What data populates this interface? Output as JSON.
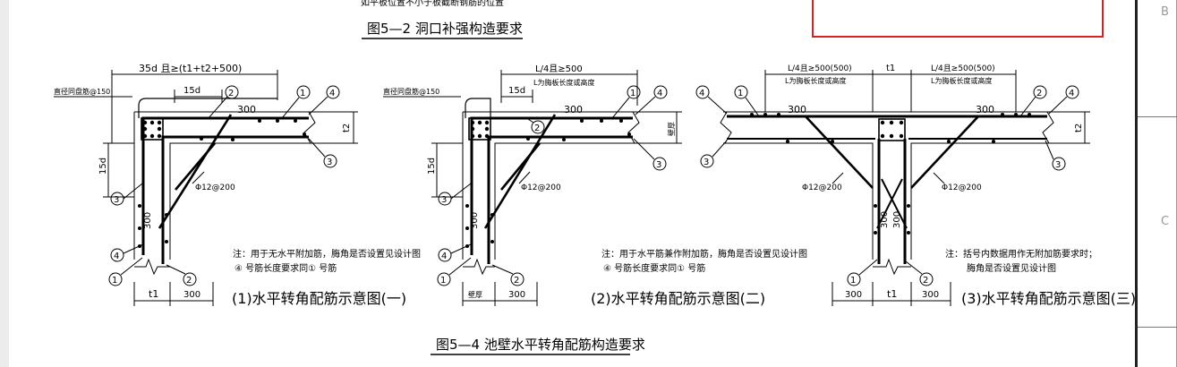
{
  "document": {
    "top_cut_text": "如平板位置不小于板截断钢筋的位置",
    "fig_5_2_caption": "图5—2  洞口补强构造要求",
    "fig_5_4_caption": "图5—4  池壁水平转角配筋构造要求"
  },
  "diagram1": {
    "dim_top": "35d 且≥(t1+t2+500)",
    "dim_15d_top": "15d",
    "dim_15d_side": "15d",
    "rebar_note": "直径同盘筋@150",
    "d300_top": "300",
    "d300_side": "300",
    "t2": "t2",
    "t1": "t1",
    "d300_bottom": "300",
    "spacing": "Φ12@200",
    "m1": "1",
    "m2": "2",
    "m3": "3",
    "m4": "4",
    "note_line1": "注：用于无水平附加筋，脢角是否设置见设计图",
    "note_line2": "④ 号筋长度要求同① 号筋",
    "caption": "(1)水平转角配筋示意图(一)"
  },
  "diagram2": {
    "dim_top": "L/4且≥500",
    "dim_sub": "L为脢板长度或高度",
    "dim_15d_top": "15d",
    "dim_15d_side": "15d",
    "rebar_note": "直径同盘筋@150",
    "d300_top": "300",
    "d300_side": "300",
    "wall": "壁厚",
    "d300_bottom": "300",
    "spacing": "Φ12@200",
    "m1": "1",
    "m2": "2",
    "m3": "3",
    "m4": "4",
    "note_line1": "注：用于水平筋兼作附加筋，脢角是否设置见设计图",
    "note_line2": "④ 号筋长度要求同① 号筋",
    "caption": "(2)水平转角配筋示意图(二)"
  },
  "diagram3": {
    "dim_left": "L/4且≥500(500)",
    "dim_mid": "t1",
    "dim_right": "L/4且≥500(500)",
    "dim_sub_left": "L为脢板长度或高度",
    "dim_sub_right": "L为脢板长度或高度",
    "d300_left": "300",
    "d300_right": "300",
    "t2": "t2",
    "spacing_left": "Φ12@200",
    "spacing_right": "Φ12@200",
    "d300_v1": "300",
    "d300_v2": "300",
    "bottom_300_left": "300",
    "bottom_t1": "t1",
    "bottom_300_right": "300",
    "m1": "1",
    "m2": "2",
    "m3": "3",
    "m4": "4",
    "note_line1": "注：括号内数据用作无附加筋要求时；",
    "note_line2": "脢角是否设置见设计图",
    "caption": "(3)水平转角配筋示意图(三)"
  },
  "side_panel": {
    "label_b": "B",
    "label_c": "C"
  },
  "colors": {
    "markup_red": "#d6231f",
    "ink": "#000000",
    "panel_border": "#222222"
  }
}
